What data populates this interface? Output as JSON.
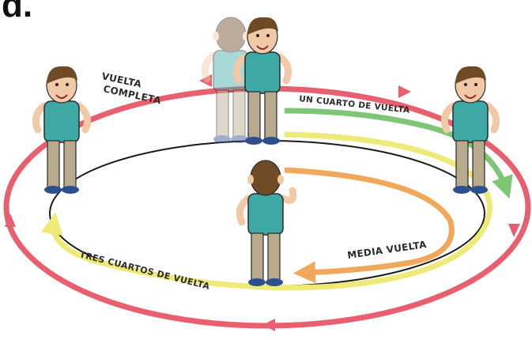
{
  "corner_text": "d.",
  "labels": {
    "full": [
      "VUELTA",
      "COMPLETA"
    ],
    "quarter": "UN CUARTO DE VUELTA",
    "half": "MEDIA VUELTA",
    "three_quarters": "TRES CUARTOS DE VUELTA"
  },
  "colors": {
    "full_turn": "#e8606f",
    "quarter_turn": "#7cc676",
    "three_quarter_turn": "#eeea78",
    "half_turn": "#f1a85a",
    "shirt": "#3ea9a4",
    "pants": "#b8aa8c",
    "hair": "#6e4a25",
    "skin": "#f1c9a6",
    "shoes": "#2d4f8e"
  },
  "figures": [
    {
      "name": "child-left-facing-right"
    },
    {
      "name": "child-top-front-faded-back"
    },
    {
      "name": "child-right-facing-left"
    },
    {
      "name": "child-center-facing-back"
    }
  ]
}
